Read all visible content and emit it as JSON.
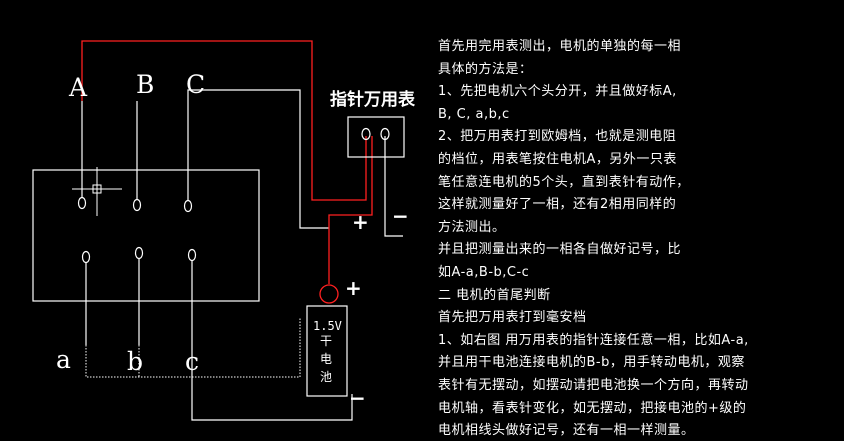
{
  "diagram": {
    "terminal_labels_top": [
      "A",
      "B",
      "C"
    ],
    "terminal_labels_bottom": [
      "a",
      "b",
      "c"
    ],
    "meter_title": "指针万用表",
    "meter_plus": "+",
    "meter_minus": "−",
    "battery_voltage": "1.5V",
    "battery_name_chars": [
      "干",
      "电",
      "池"
    ],
    "battery_plus": "+",
    "battery_minus": "−",
    "colors": {
      "wire_white": "#ffffff",
      "wire_red": "#ff2020",
      "background": "#000000"
    }
  },
  "notes": {
    "lines": [
      "首先用完用表测出，电机的单独的每一相",
      "具体的方法是：",
      "1、先把电机六个头分开，并且做好标A,",
      "B, C, a,b,c",
      "2、把万用表打到欧姆档，也就是测电阻",
      "的档位，用表笔按住电机A，另外一只表",
      "笔任意连电机的5个头，直到表针有动作，",
      "这样就测量好了一相，还有2相用同样的",
      "方法测出。",
      "并且把测量出来的一相各自做好记号，比",
      "如A-a,B-b,C-c",
      "二 电机的首尾判断",
      "首先把万用表打到毫安档",
      "1、如右图 用万用表的指针连接任意一相，比如A-a,",
      "并且用干电池连接电机的B-b，用手转动电机，观察",
      "表针有无摆动，如摆动请把电池换一个方向，再转动",
      "电机轴，看表针变化，如无摆动，把接电池的+级的",
      "电机相线头做好记号，还有一相一样测量。"
    ]
  }
}
